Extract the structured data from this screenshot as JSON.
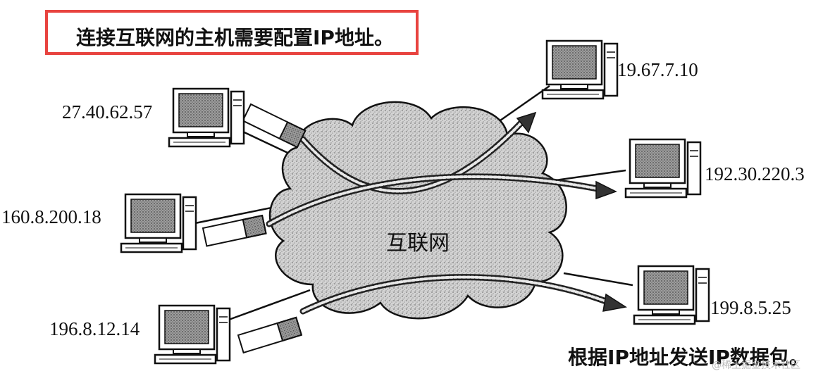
{
  "title": "连接互联网的主机需要配置IP地址。",
  "cloud_label": "互联网",
  "caption": "根据IP地址发送IP数据包。",
  "watermark": "@稀土掘金技术社区",
  "hosts": [
    {
      "id": "host-1",
      "ip": "27.40.62.57"
    },
    {
      "id": "host-2",
      "ip": "160.8.200.18"
    },
    {
      "id": "host-3",
      "ip": "196.8.12.14"
    },
    {
      "id": "host-4",
      "ip": "19.67.7.10"
    },
    {
      "id": "host-5",
      "ip": "192.30.220.3"
    },
    {
      "id": "host-6",
      "ip": "199.8.5.25"
    }
  ],
  "colors": {
    "title_border": "#e8433f",
    "ink": "#111111",
    "cloud_fill": "#c9c9c9"
  }
}
